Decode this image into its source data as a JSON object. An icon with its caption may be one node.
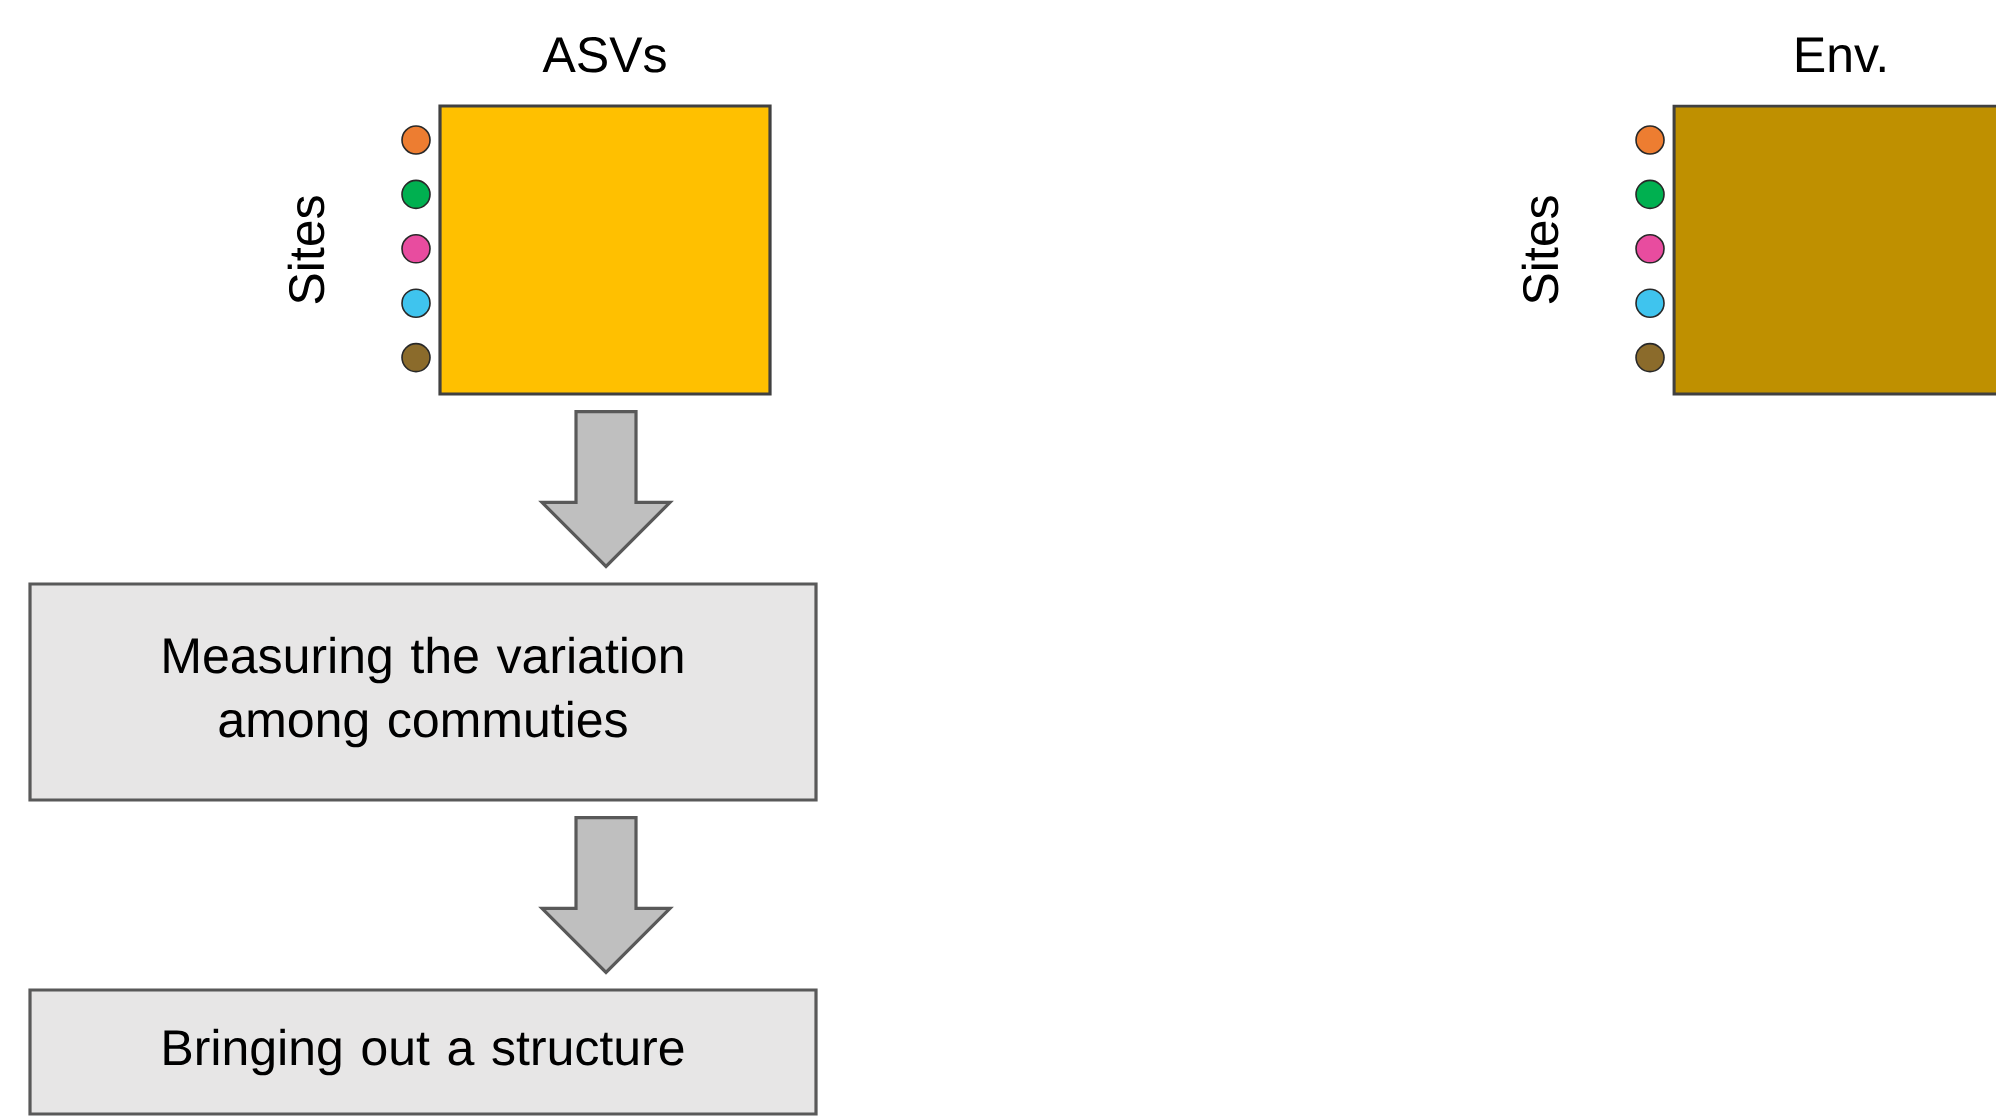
{
  "diagram": {
    "nodes": [
      {
        "text": [
          "ASVs"
        ],
        "beside": [
          "Sites"
        ]
      },
      {
        "text": [
          "Env."
        ],
        "beside": [
          "Sites"
        ]
      },
      {
        "text": [
          "Measuring the variation among commuties"
        ]
      },
      {
        "text": [
          "Bringing out a structure"
        ]
      }
    ],
    "edges": [
      {
        "from": 0,
        "to": 2,
        "arrow": "to"
      },
      {
        "from": 2,
        "to": 3,
        "arrow": "to"
      }
    ]
  }
}
